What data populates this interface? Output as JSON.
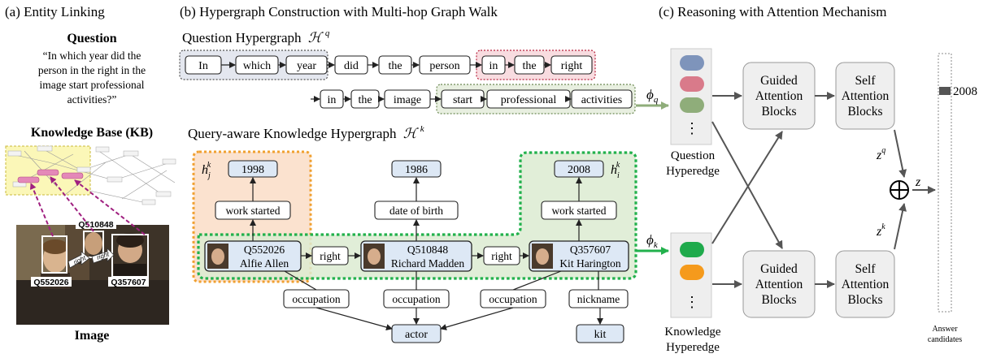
{
  "panels": {
    "a_title": "(a)  Entity Linking",
    "b_title": "(b) Hypergraph Construction with Multi-hop Graph Walk",
    "c_title": "(c) Reasoning with Attention Mechanism"
  },
  "entity_linking": {
    "question_heading": "Question",
    "question_lines": [
      "“In which year did the",
      "person in the right in the",
      "image start professional",
      "activities?”"
    ],
    "kb_heading": "Knowledge Base (KB)",
    "image_heading": "Image",
    "photo_labels": {
      "left": "Q552026",
      "middle": "Q510848",
      "right": "Q357607"
    },
    "photo_arrow_labels": [
      "right",
      "right"
    ]
  },
  "question_hypergraph": {
    "title": "Question Hypergraph",
    "symbol": "ℋ",
    "symbol_sup": "q",
    "row1_tokens": [
      "In",
      "which",
      "year",
      "did",
      "the",
      "person",
      "in",
      "the",
      "right"
    ],
    "row2_tokens": [
      "in",
      "the",
      "image",
      "start",
      "professional",
      "activities"
    ]
  },
  "knowledge_hypergraph": {
    "title": "Query-aware Knowledge Hypergraph",
    "symbol": "ℋ",
    "symbol_sup": "k",
    "hj_label": {
      "base": "h",
      "sub": "j",
      "sup": "k"
    },
    "hi_label": {
      "base": "h",
      "sub": "i",
      "sup": "k"
    },
    "years": [
      "1998",
      "1986",
      "2008"
    ],
    "relations_top": [
      "work started",
      "date of birth",
      "work started"
    ],
    "entities": [
      {
        "id": "Q552026",
        "name": "Alfie Allen"
      },
      {
        "id": "Q510848",
        "name": "Richard Madden"
      },
      {
        "id": "Q357607",
        "name": "Kit Harington"
      }
    ],
    "entity_relation": "right",
    "bottom_relations": [
      "occupation",
      "occupation",
      "occupation",
      "nickname"
    ],
    "bottom_values": [
      "actor",
      "kit"
    ]
  },
  "reasoning": {
    "phi_q": "ϕ",
    "phi_q_sub": "q",
    "phi_k": "ϕ",
    "phi_k_sub": "k",
    "question_hyperedge": [
      "Question",
      "Hyperedge"
    ],
    "knowledge_hyperedge": [
      "Knowledge",
      "Hyperedge"
    ],
    "guided_block": [
      "Guided",
      "Attention",
      "Blocks"
    ],
    "self_block": [
      "Self",
      "Attention",
      "Blocks"
    ],
    "zq": "z",
    "zq_sup": "q",
    "zk": "z",
    "zk_sup": "k",
    "z": "z",
    "oplus": "⊕",
    "answer_value": "2008",
    "answer_label": [
      "Answer",
      "candidates"
    ],
    "dots": "⋮"
  },
  "colors": {
    "question_gray": "#e4e7ef",
    "question_red": "#f8dce0",
    "question_green": "#e8efe0",
    "entity_blue": "#dde8f5",
    "orange_region": "#fbe2cf",
    "green_region": "#dcebd1",
    "green_border": "#22b14c",
    "orange_border": "#f0a030",
    "pill_blue": "#7e94bb",
    "pill_red": "#d97a8a",
    "pill_green_q": "#8fad7a",
    "pill_green_k": "#1faa4c",
    "pill_orange": "#f59a1c"
  }
}
